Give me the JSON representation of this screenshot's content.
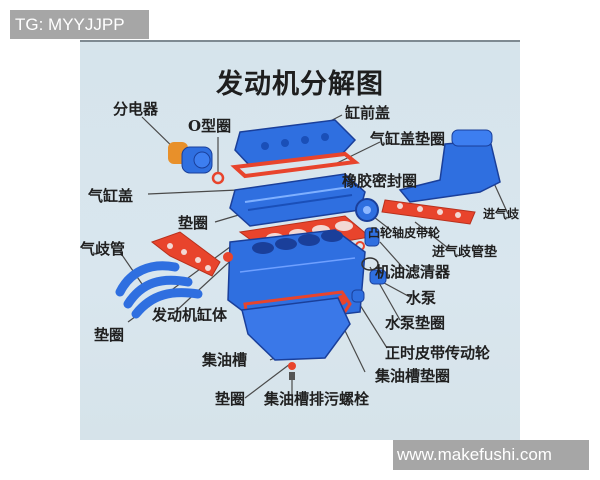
{
  "watermarks": {
    "top": "TG: MYYJJPP",
    "bottom": "www.makefushi.com"
  },
  "diagram": {
    "title": "发动机分解图",
    "colors": {
      "part_blue": "#2f6fe0",
      "gasket_red": "#e8442c",
      "distributor_orange": "#e8902a",
      "background": "#d7e5ed",
      "leader_line": "#4a4a4a"
    },
    "labels": {
      "distributor": "分电器",
      "o_ring": "O型圈",
      "front_cover": "缸前盖",
      "valve_cover_gasket": "气缸盖垫圈",
      "rubber_seal": "橡胶密封圈",
      "cylinder_head": "气缸盖",
      "intake_manifold": "进气歧",
      "head_gasket": "垫圈",
      "camshaft_pulley": "凸轮轴皮带轮",
      "intake_manifold_gasket": "进气歧管垫",
      "exhaust_manifold": "气歧管",
      "oil_filter": "机油滤清器",
      "water_pump": "水泵",
      "exhaust_gasket": "垫圈",
      "engine_block": "发动机缸体",
      "water_pump_gasket": "水泵垫圈",
      "timing_belt_pulley": "正时皮带传动轮",
      "oil_pan": "集油槽",
      "oil_pan_gasket": "集油槽垫圈",
      "drain_plug_gasket": "垫圈",
      "drain_plug": "集油槽排污螺栓"
    }
  }
}
